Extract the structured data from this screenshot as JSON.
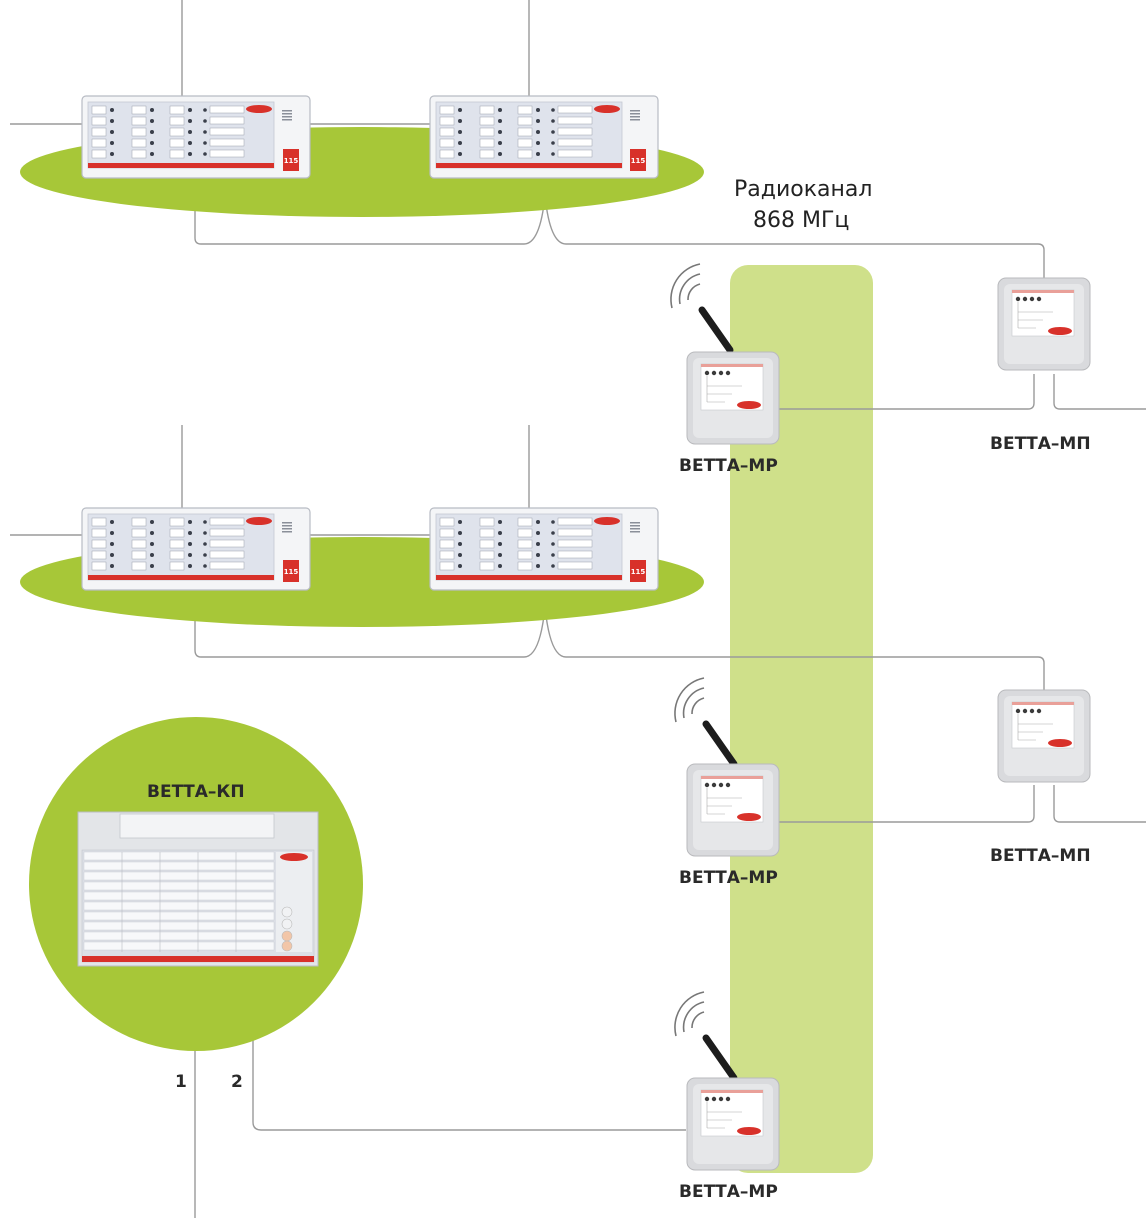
{
  "radio_channel": {
    "line1": "Радиоканал",
    "line2": "868 МГц"
  },
  "labels": {
    "mr": "ВЕТТА–МР",
    "mp": "ВЕТТА–МП",
    "kp": "ВЕТТА–КП"
  },
  "wire_numbers": {
    "one": "1",
    "two": "2"
  },
  "panel_badge": "115",
  "colors": {
    "ellipse_green": "#a7c738",
    "radio_band": "#cfe08a",
    "panel_red": "#d8312a",
    "panel_body": "#eef0f3",
    "device_body": "#d9dadd",
    "wire": "#9a9a9a"
  }
}
